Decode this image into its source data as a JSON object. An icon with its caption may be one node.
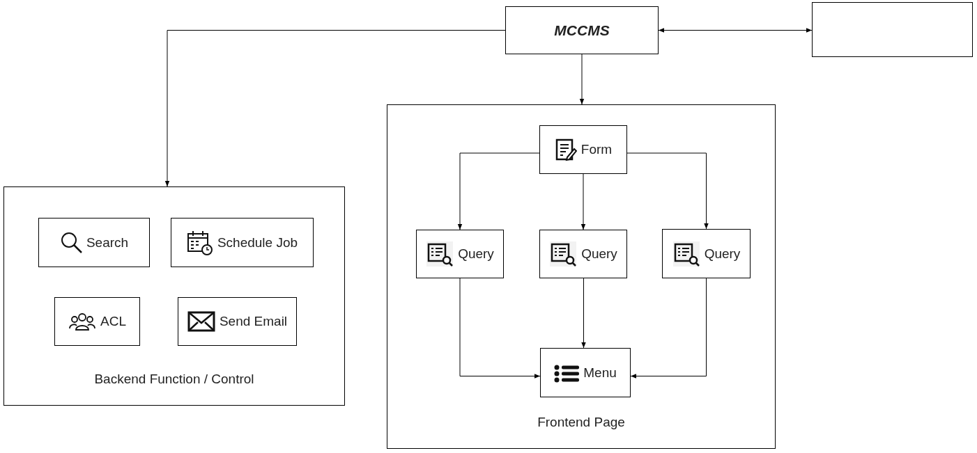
{
  "diagram": {
    "nodes": [
      {
        "text": [
          "MCCMS"
        ]
      },
      {
        "text": [],
        "shape": "box"
      },
      {
        "text": [
          "Backend Function / Control"
        ]
      },
      {
        "text": [
          "Search"
        ],
        "in": 2
      },
      {
        "text": [
          "Schedule Job"
        ],
        "in": 2
      },
      {
        "text": [
          "ACL"
        ],
        "in": 2
      },
      {
        "text": [
          "Send Email"
        ],
        "in": 2
      },
      {
        "text": [
          "Frontend Page"
        ]
      },
      {
        "text": [
          "Form"
        ],
        "in": 7
      },
      {
        "text": [
          "Query"
        ],
        "in": 7
      },
      {
        "text": [
          "Query"
        ],
        "in": 7
      },
      {
        "text": [
          "Query"
        ],
        "in": 7
      },
      {
        "text": [
          "Menu"
        ],
        "in": 7
      }
    ],
    "edges": [
      {
        "from": 0,
        "to": 1,
        "arrow": "both"
      },
      {
        "from": 0,
        "to": 2,
        "arrow": "to"
      },
      {
        "from": 0,
        "to": 7,
        "arrow": "to"
      },
      {
        "from": 8,
        "to": 9,
        "arrow": "to"
      },
      {
        "from": 8,
        "to": 10,
        "arrow": "to"
      },
      {
        "from": 8,
        "to": 11,
        "arrow": "to"
      },
      {
        "from": 9,
        "to": 12,
        "arrow": "to"
      },
      {
        "from": 10,
        "to": 12,
        "arrow": "to"
      },
      {
        "from": 11,
        "to": 12,
        "arrow": "to"
      }
    ]
  }
}
